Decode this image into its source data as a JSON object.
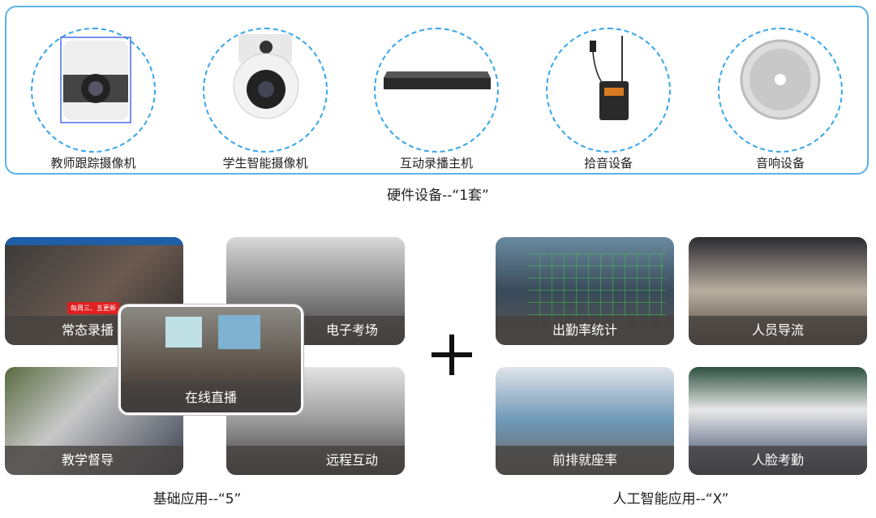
{
  "hardware": {
    "devices": [
      {
        "label": "教师跟踪摄像机",
        "icon": "teacher-camera-icon"
      },
      {
        "label": "学生智能摄像机",
        "icon": "student-camera-icon"
      },
      {
        "label": "互动录播主机",
        "icon": "recording-host-icon"
      },
      {
        "label": "拾音设备",
        "icon": "microphone-icon"
      },
      {
        "label": "音响设备",
        "icon": "speaker-icon"
      }
    ],
    "caption": "硬件设备--“1套”"
  },
  "basic": {
    "tiles": [
      "常态录播",
      "电子考场",
      "教学督导",
      "远程互动",
      "在线直播"
    ],
    "banner": "每周三、五更新",
    "caption": "基础应用--“5”"
  },
  "ai": {
    "tiles": [
      "出勤率统计",
      "人员导流",
      "前排就座率",
      "人脸考勤"
    ],
    "caption": "人工智能应用--“X”"
  },
  "colors": {
    "border": "#36a6ea",
    "band": "#464240",
    "detect": "#3ccc3c"
  }
}
